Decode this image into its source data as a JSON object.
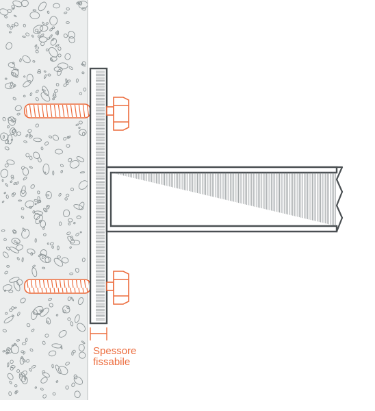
{
  "diagram": {
    "label_line1": "Spessore",
    "label_line2": "fissabile",
    "colors": {
      "concrete_fill": "#e9ecec",
      "aggregate_stroke": "#8c9496",
      "steel_stroke": "#4a4f52",
      "anchor_color": "#ec6b3c",
      "bolt_fill": "#ffffff"
    },
    "parts": [
      "concrete-wall",
      "base-plate",
      "t-profile-beam",
      "threaded-anchor",
      "hex-nut",
      "thickness-dimension"
    ]
  }
}
